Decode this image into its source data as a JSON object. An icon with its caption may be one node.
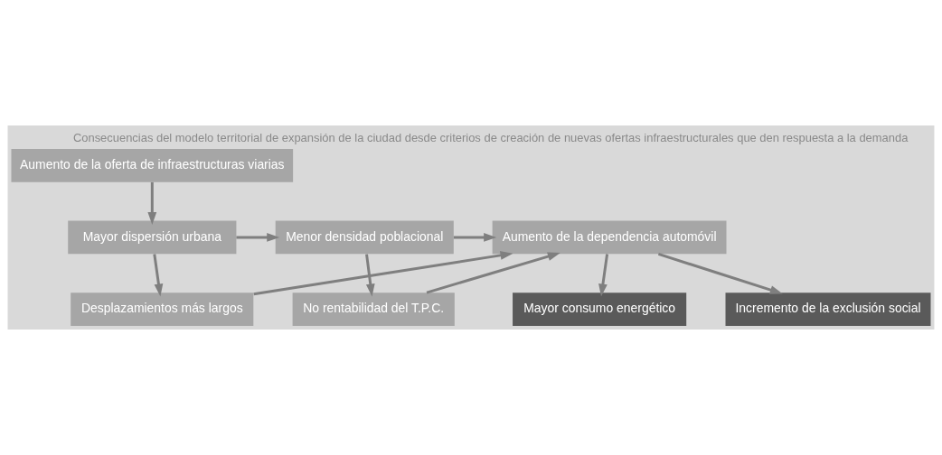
{
  "diagram": {
    "title": "Consecuencias del modelo territorial de expansión de la ciudad desde criterios de creación de nuevas ofertas infraestructurales que den respuesta a la demanda",
    "nodes": [
      {
        "text": [
          "Aumento de la oferta de infraestructuras viarias"
        ]
      },
      {
        "text": [
          "Mayor dispersión urbana"
        ]
      },
      {
        "text": [
          "Menor densidad poblacional"
        ]
      },
      {
        "text": [
          "No rentabilidad del T.P.C."
        ]
      },
      {
        "text": [
          "Desplazamientos más largos"
        ]
      },
      {
        "text": [
          "Aumento de la dependencia automóvil"
        ]
      },
      {
        "text": [
          "Mayor consumo energético"
        ]
      },
      {
        "text": [
          "Incremento de la exclusión social"
        ]
      }
    ],
    "edges": [
      {
        "from": 0,
        "to": 1,
        "arrow": "to"
      },
      {
        "from": 1,
        "to": 2,
        "arrow": "to"
      },
      {
        "from": 1,
        "to": 4,
        "arrow": "to"
      },
      {
        "from": 2,
        "to": 3,
        "arrow": "to"
      },
      {
        "from": 2,
        "to": 5,
        "arrow": "to"
      },
      {
        "from": 3,
        "to": 5,
        "arrow": "to"
      },
      {
        "from": 4,
        "to": 5,
        "arrow": "to"
      },
      {
        "from": 5,
        "to": 6,
        "arrow": "to"
      },
      {
        "from": 5,
        "to": 7,
        "arrow": "to"
      }
    ]
  }
}
